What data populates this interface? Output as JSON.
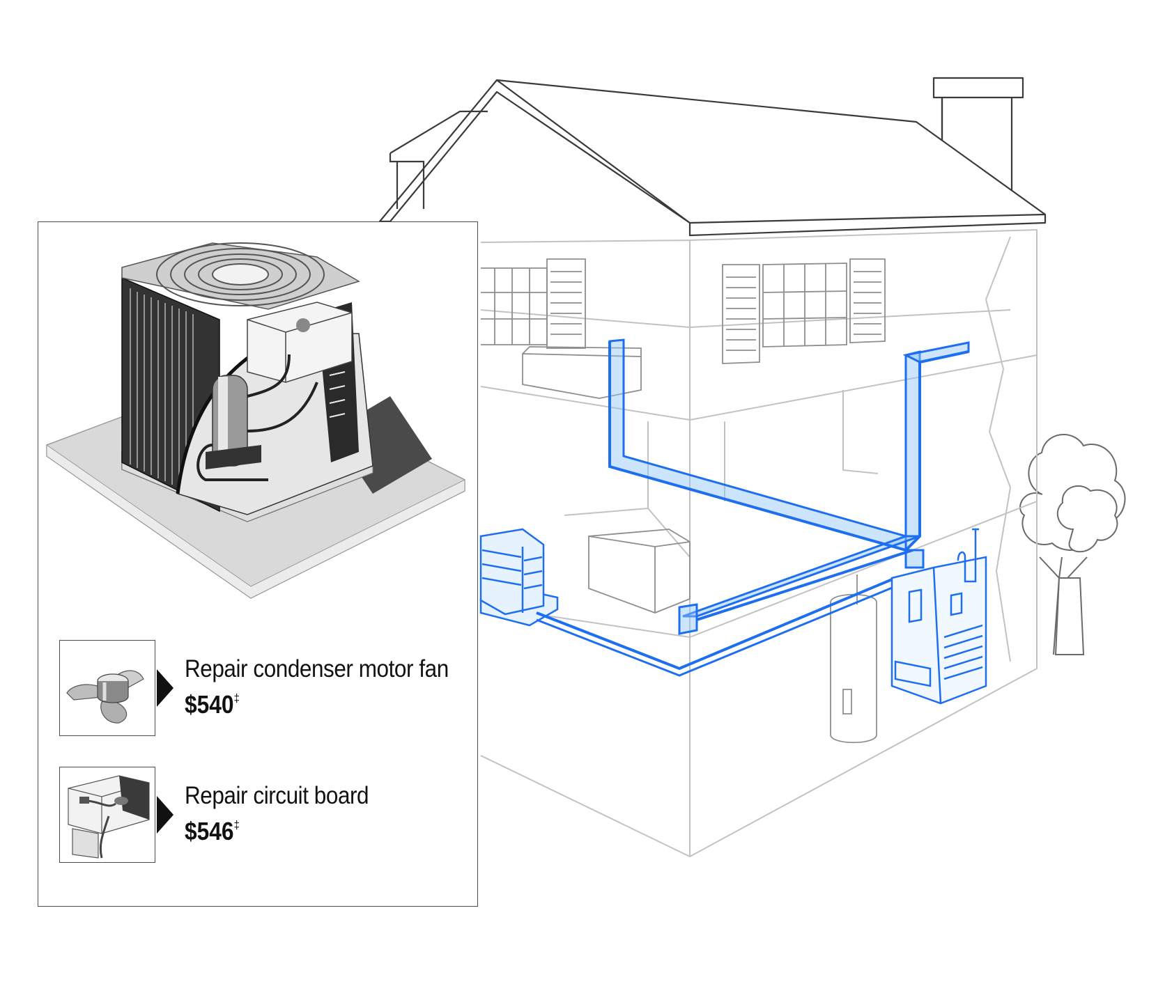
{
  "colors": {
    "duct_blue": "#1e6ff0",
    "duct_fill": "#8ec4f8",
    "house_line": "#3a3a3a",
    "inset_border": "#4a4a4a"
  },
  "repairs": [
    {
      "label": "Repair condenser motor fan",
      "price": "$540",
      "mark": "‡",
      "icon": "condenser-fan-icon"
    },
    {
      "label": "Repair circuit board",
      "price": "$546",
      "mark": "‡",
      "icon": "circuit-board-icon"
    }
  ]
}
